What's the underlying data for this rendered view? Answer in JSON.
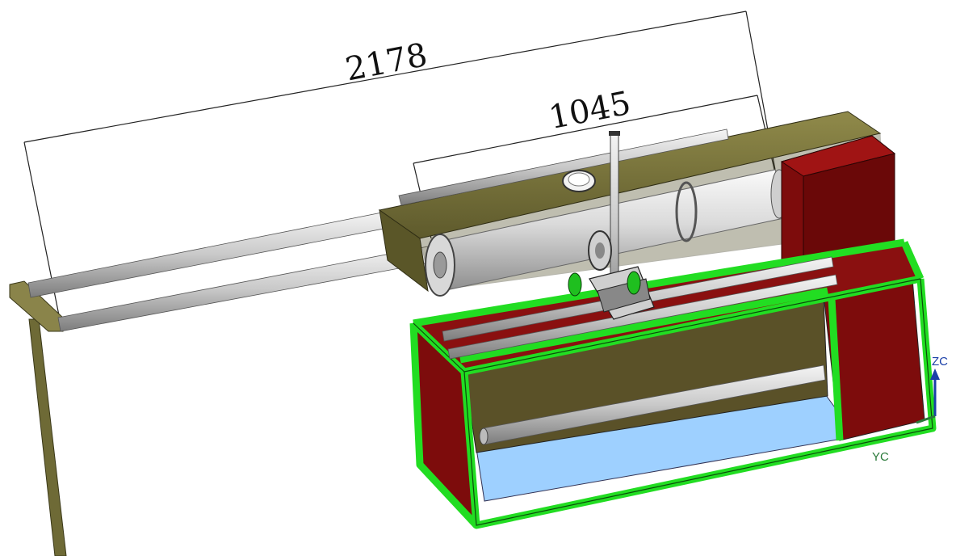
{
  "dimensions": {
    "overall_length": "2178",
    "inner_length": "1045"
  },
  "axes": {
    "z_label": "ZC",
    "y_label": "YC"
  },
  "colors": {
    "frame_green": "#22dd22",
    "panel_red": "#8a0d0d",
    "olive_housing": "#75703a",
    "base_blue": "#9ed0ff",
    "dimension_line": "#222222",
    "axis_blue": "#1a3fa8",
    "axis_green": "#2a7a3a"
  }
}
